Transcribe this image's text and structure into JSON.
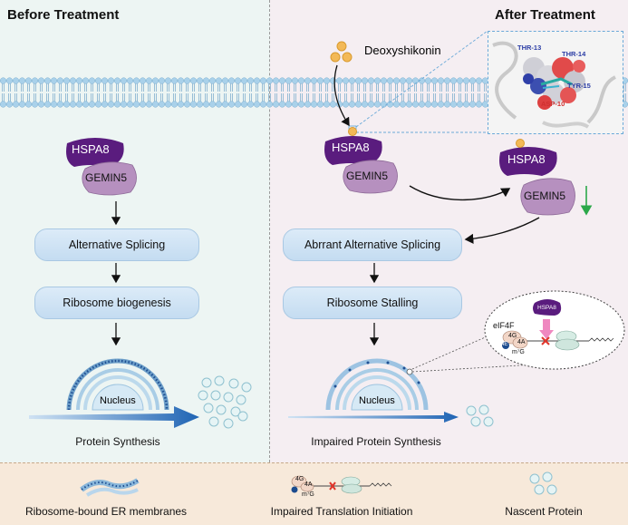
{
  "panels": {
    "before_title": "Before Treatment",
    "after_title": "After Treatment"
  },
  "drug": {
    "label": "Deoxyshikonin"
  },
  "structure_residues": [
    "THR-13",
    "THR-14",
    "TYR-15",
    "ASP-10"
  ],
  "proteins": {
    "hspa8": "HSPA8",
    "gemin5": "GEMIN5"
  },
  "before_steps": [
    "Alternative Splicing",
    "Ribosome biogenesis"
  ],
  "after_steps": [
    "Abrrant Alternative Splicing",
    "Ribosome Stalling"
  ],
  "nucleus_label": "Nucleus",
  "before_result": "Protein Synthesis",
  "after_result": "Impaired Protein Synthesis",
  "inset": {
    "factor": "eIF4F",
    "cap": "m⁷G",
    "hspa8": "HSPA8",
    "s4g": "4G",
    "s4a": "4A",
    "s4e": "4E"
  },
  "legend": {
    "er": "Ribosome-bound ER membranes",
    "translation": "Impaired Translation Initiation",
    "nascent": "Nascent Protein",
    "cap": "m⁷G",
    "s4g": "4G",
    "s4a": "4A"
  },
  "colors": {
    "left_bg": "#edf5f3",
    "right_bg": "#f5eef2",
    "legend_bg": "#f7e9da",
    "hspa8": "#5a1c7e",
    "gemin5": "#b690bf",
    "down_arrow": "#2ba84a",
    "inhibit_arrow": "#ef88c0",
    "flow_arrow": "#1f64b4"
  }
}
